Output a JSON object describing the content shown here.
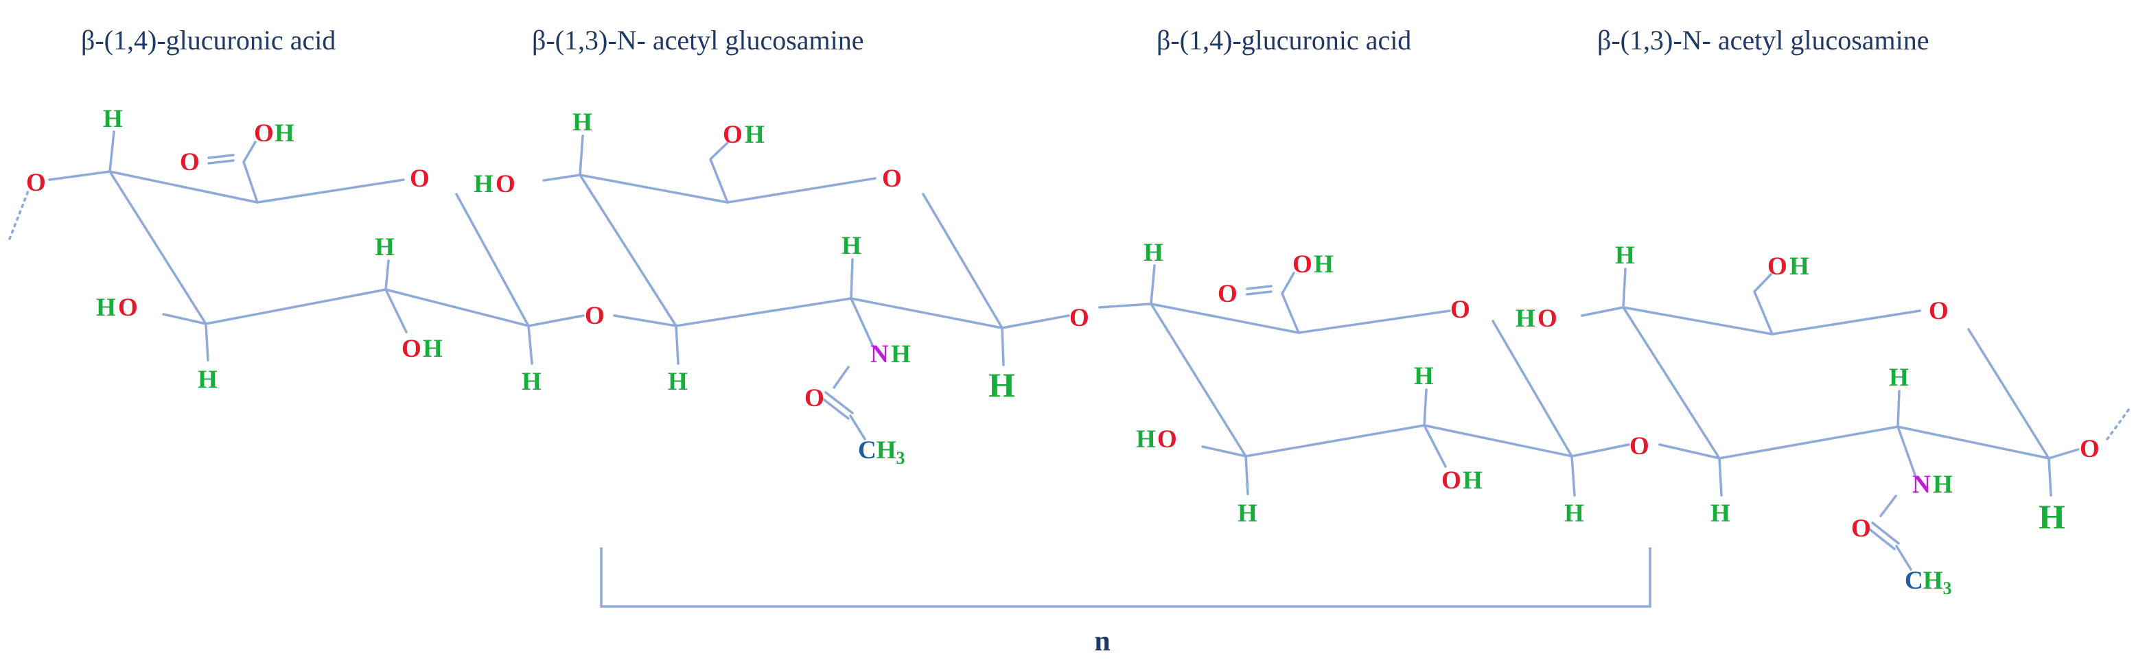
{
  "titles": [
    "β-(1,4)-glucuronic acid",
    "β-(1,3)-N- acetyl glucosamine",
    "β-(1,4)-glucuronic acid",
    "β-(1,3)-N- acetyl glucosamine"
  ],
  "repeat_label": "n",
  "atom_text": {
    "O": "O",
    "H": "H",
    "HO": "HO",
    "OH": "OH",
    "N": "N",
    "C": "C",
    "H3": "H",
    "sub3": "3"
  },
  "colors": {
    "title": "#1f3864",
    "bond": "#8fa9d9",
    "oxygen": "#e8182b",
    "hydrogen": "#18ad3c",
    "nitrogen": "#c21cd8",
    "carbon": "#1f5d9f"
  }
}
